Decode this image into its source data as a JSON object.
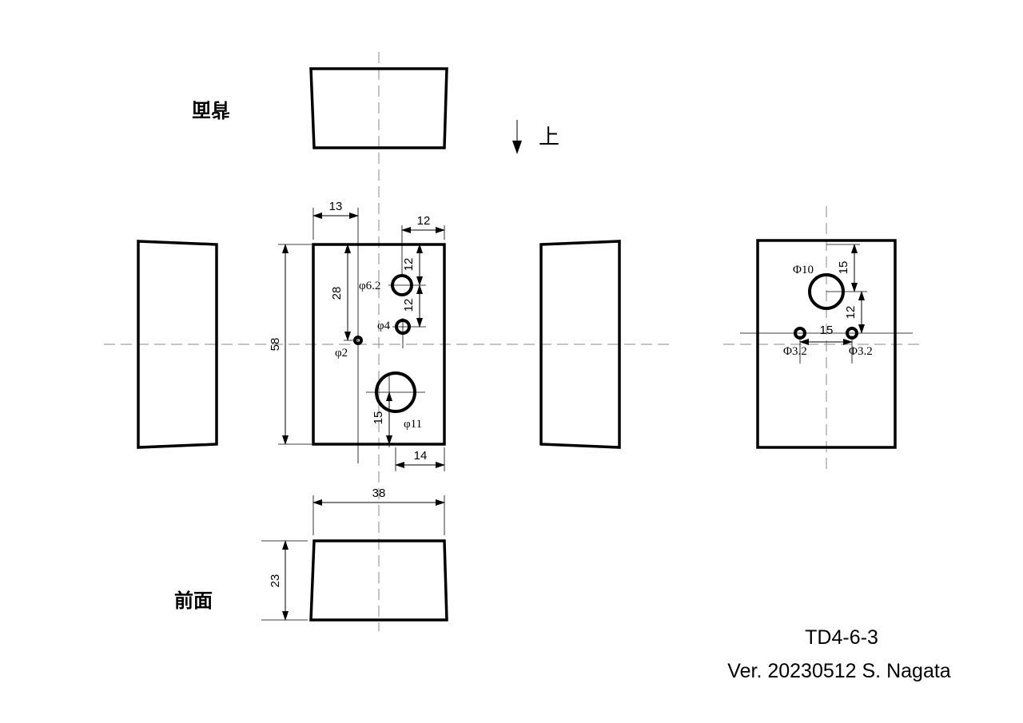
{
  "labels": {
    "back_view": "背面",
    "front_view": "前面",
    "up_direction": "上"
  },
  "dimensions": {
    "left_offset": "13",
    "top_right_offset": "12",
    "hole_spacing_upper": "12",
    "hole_spacing_lower": "12",
    "hole_depth": "28",
    "height": "58",
    "bottom_hole_offset": "15",
    "bottom_right_offset": "14",
    "width": "38",
    "depth": "23",
    "side_vertical": "15",
    "side_spacing": "12",
    "side_horizontal": "15"
  },
  "holes": {
    "h62": "φ6.2",
    "h4": "φ4",
    "h2": "φ2",
    "h11": "φ11",
    "side_h10": "Φ10",
    "side_h32_left": "Φ3.2",
    "side_h32_right": "Φ3.2"
  },
  "title_block": {
    "drawing_no": "TD4-6-3",
    "version": "Ver. 20230512  S. Nagata"
  }
}
